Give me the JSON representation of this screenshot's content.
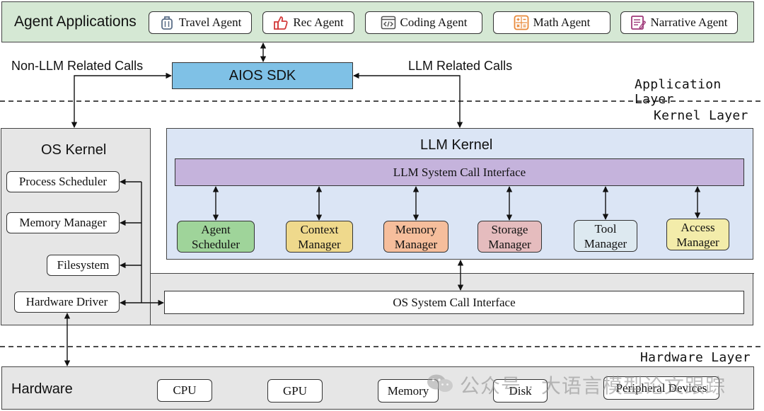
{
  "applications": {
    "title": "Agent Applications",
    "agents": [
      {
        "label": "Travel Agent",
        "icon": "luggage-icon"
      },
      {
        "label": "Rec Agent",
        "icon": "thumbs-up-icon"
      },
      {
        "label": "Coding Agent",
        "icon": "code-window-icon"
      },
      {
        "label": "Math Agent",
        "icon": "calculator-icon"
      },
      {
        "label": "Narrative Agent",
        "icon": "notepad-icon"
      }
    ]
  },
  "sdk": {
    "label": "AIOS SDK"
  },
  "calls": {
    "non_llm": "Non-LLM Related Calls",
    "llm": "LLM Related Calls"
  },
  "layers": {
    "application": "Application Layer",
    "kernel": "Kernel Layer",
    "hardware": "Hardware Layer"
  },
  "os_kernel": {
    "title": "OS Kernel",
    "items": [
      "Process Scheduler",
      "Memory Manager",
      "Filesystem",
      "Hardware Driver"
    ]
  },
  "llm_kernel": {
    "title": "LLM Kernel",
    "interface": "LLM System Call Interface",
    "modules": [
      {
        "line1": "Agent",
        "line2": "Scheduler"
      },
      {
        "line1": "Context",
        "line2": "Manager"
      },
      {
        "line1": "Memory",
        "line2": "Manager"
      },
      {
        "line1": "Storage",
        "line2": "Manager"
      },
      {
        "line1": "Tool",
        "line2": "Manager"
      },
      {
        "line1": "Access",
        "line2": "Manager"
      }
    ]
  },
  "os_interface": {
    "label": "OS System Call Interface"
  },
  "hardware": {
    "title": "Hardware",
    "items": [
      "CPU",
      "GPU",
      "Memory",
      "Disk",
      "Peripheral Devices"
    ]
  },
  "watermark": {
    "text": "公众号 · 大语言模型论文跟踪"
  },
  "colors": {
    "app_bg": "#d5e8d4",
    "sdk": "#7fc1e6",
    "kernel_gray": "#e6e6e6",
    "llm_kernel_bg": "#dbe5f5",
    "interface_purple": "#c5b3dc",
    "agent_scheduler": "#9fd49a",
    "context_manager": "#efd98c",
    "memory_manager": "#f6be9c",
    "storage_manager": "#e5bcbe",
    "tool_manager": "#dde9f0",
    "access_manager": "#f3ecaa"
  }
}
